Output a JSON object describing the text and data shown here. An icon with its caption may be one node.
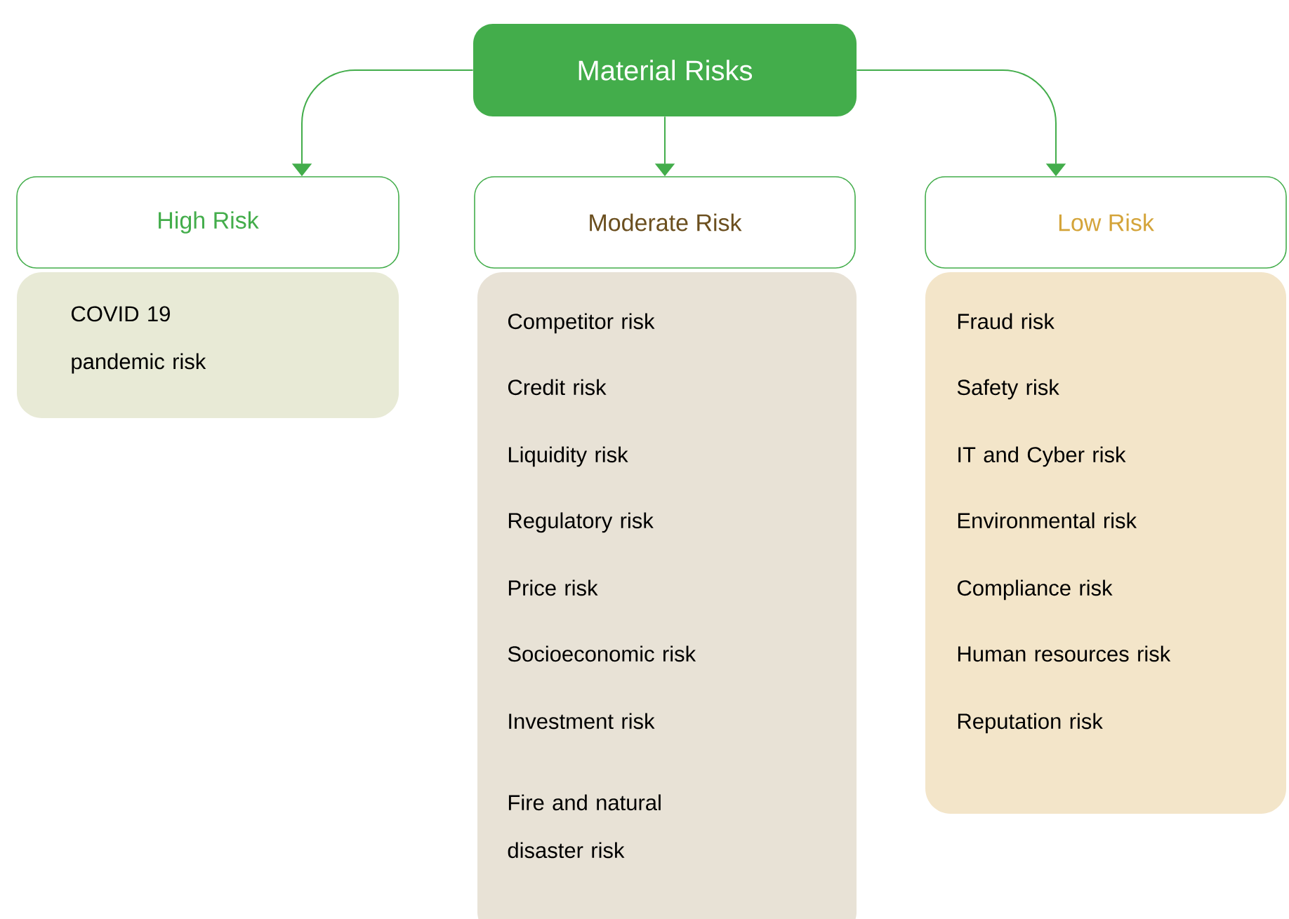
{
  "diagram": {
    "nodes": [
      {
        "text": [
          "Material Risks"
        ]
      },
      {
        "text": [
          "High Risk"
        ]
      },
      {
        "text": [
          "Moderate Risk"
        ]
      },
      {
        "text": [
          "Low Risk"
        ]
      },
      {
        "text": [
          "COVID 19 pandemic risk"
        ]
      },
      {
        "text": [
          "Competitor risk",
          "Credit risk",
          "Liquidity risk",
          "Regulatory risk",
          "Price risk",
          "Socioeconomic risk",
          "Investment risk",
          "Fire and natural disaster risk"
        ]
      },
      {
        "text": [
          "Fraud risk",
          "Safety risk",
          "IT and Cyber risk",
          "Environmental risk",
          "Compliance risk",
          "Human resources risk",
          "Reputation risk"
        ]
      }
    ],
    "edges": [
      {
        "from": 0,
        "to": 1,
        "arrow": "to"
      },
      {
        "from": 0,
        "to": 2,
        "arrow": "to"
      },
      {
        "from": 0,
        "to": 3,
        "arrow": "to"
      }
    ]
  }
}
